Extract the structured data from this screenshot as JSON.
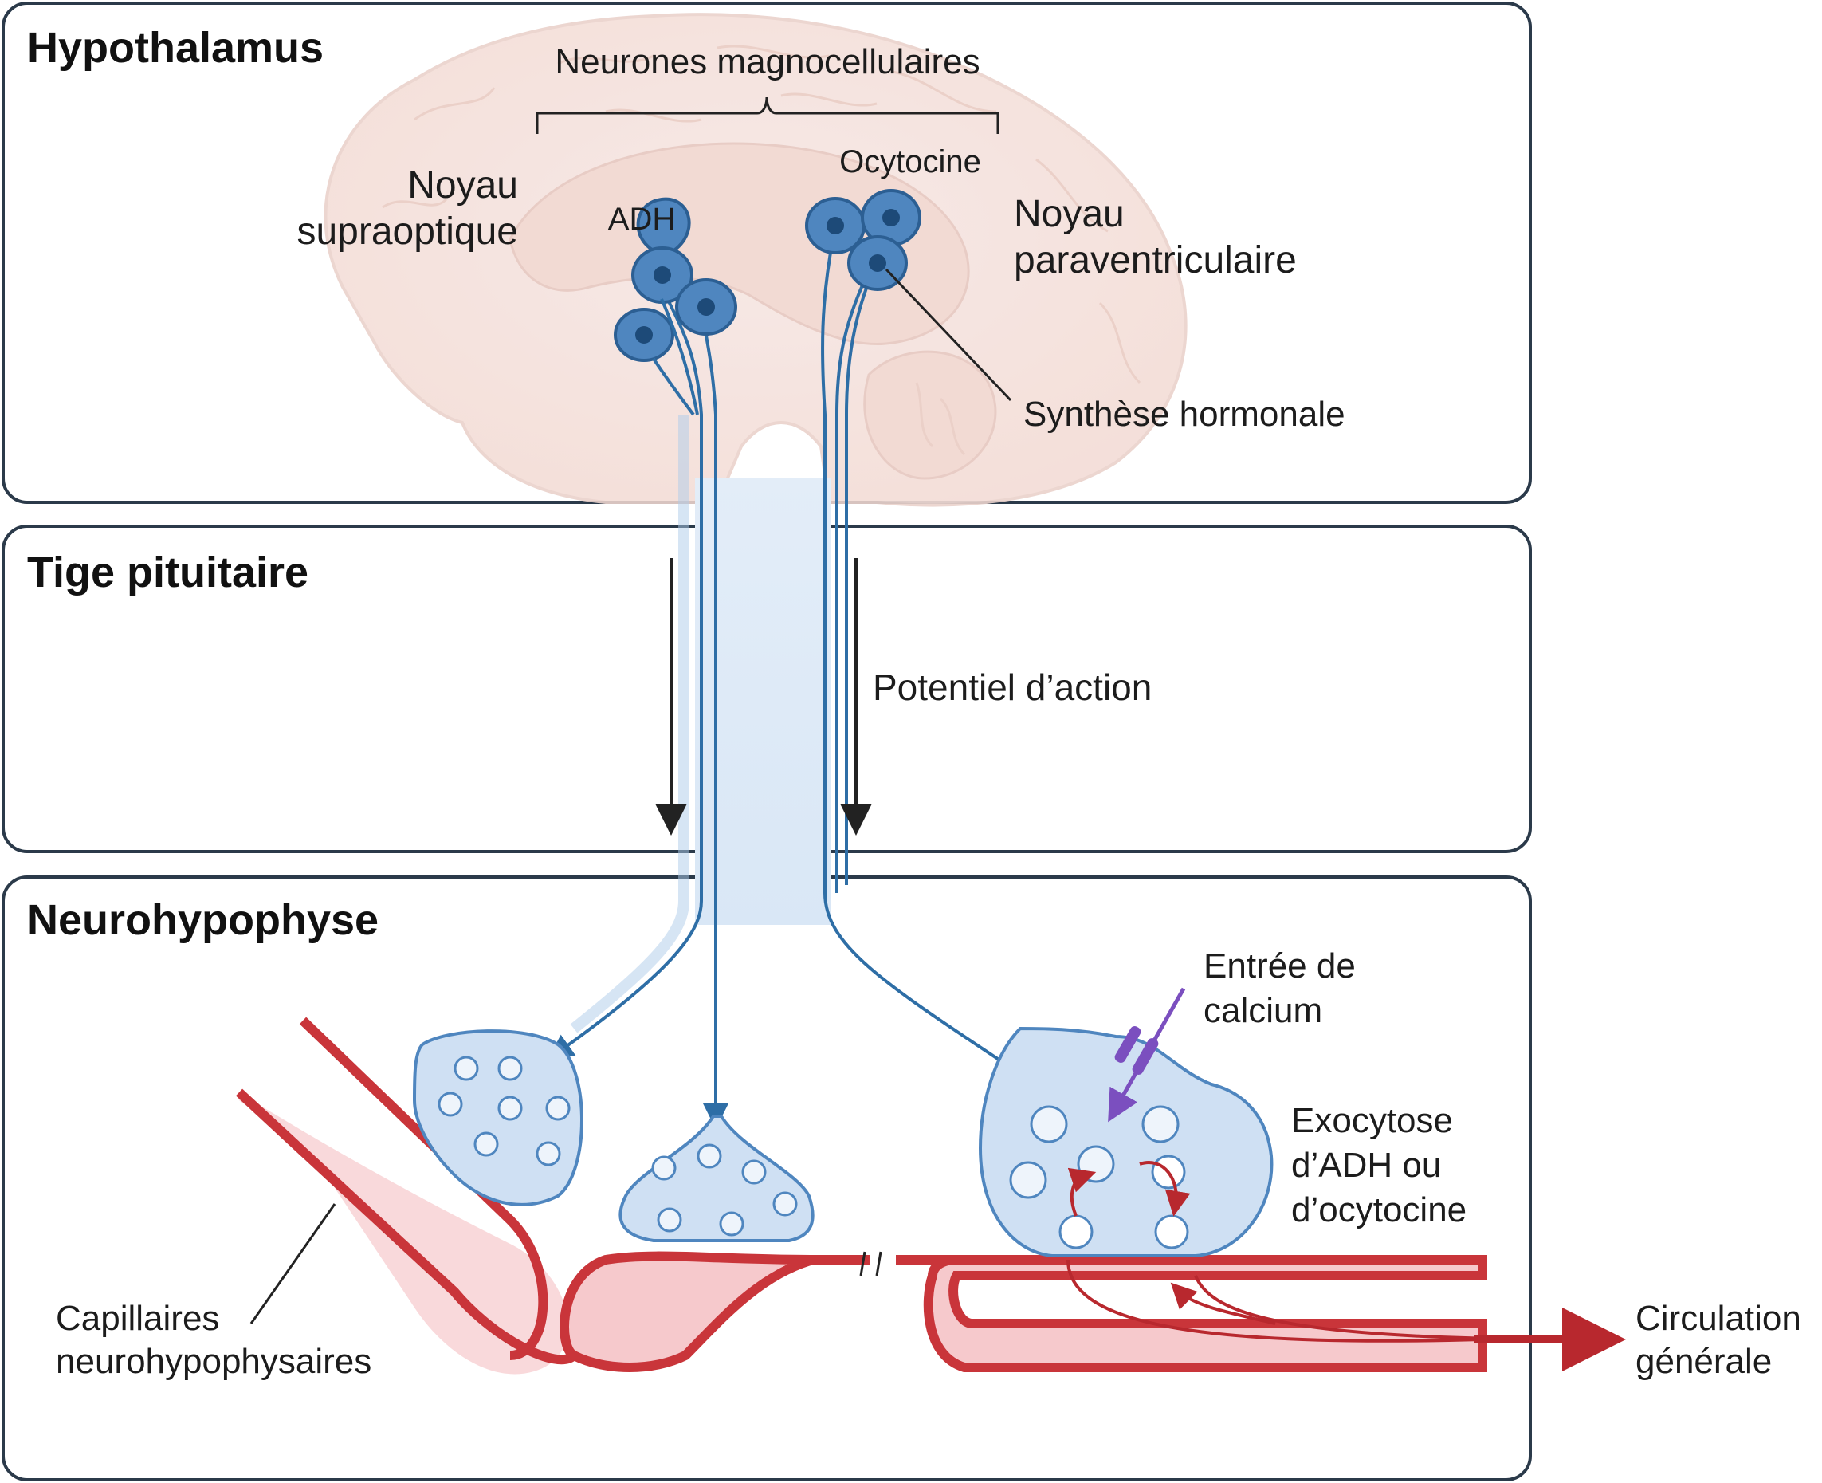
{
  "sections": {
    "hypothalamus": "Hypothalamus",
    "stalk": "Tige pituitaire",
    "posterior": "Neurohypophyse"
  },
  "labels": {
    "magnocellular": "Neurones magnocellulaires",
    "supraoptic_1": "Noyau",
    "supraoptic_2": "supraoptique",
    "adh": "ADH",
    "oxytocin": "Ocytocine",
    "paraventricular_1": "Noyau",
    "paraventricular_2": "paraventriculaire",
    "synthesis": "Synthèse hormonale",
    "action_potential": "Potentiel d’action",
    "calcium_1": "Entrée de",
    "calcium_2": "calcium",
    "exocytosis_1": "Exocytose",
    "exocytosis_2": "d’ADH ou",
    "exocytosis_3": "d’ocytocine",
    "capillaries_1": "Capillaires",
    "capillaries_2": "neurohypophysaires",
    "circulation_1": "Circulation",
    "circulation_2": "générale"
  },
  "colors": {
    "panel_border": "#2b3a4a",
    "neuron_fill": "#4f86bf",
    "neuron_stroke": "#2c5f93",
    "axon": "#2e6ea6",
    "terminal_fill": "#cfe0f3",
    "vessel_wall": "#c9353a",
    "vessel_lumen": "#f6c9cc",
    "brain": "#f6e6e2",
    "calcium_channel": "#7b4fbf",
    "arrow_dark": "#222222",
    "arrow_red": "#b8282e"
  }
}
